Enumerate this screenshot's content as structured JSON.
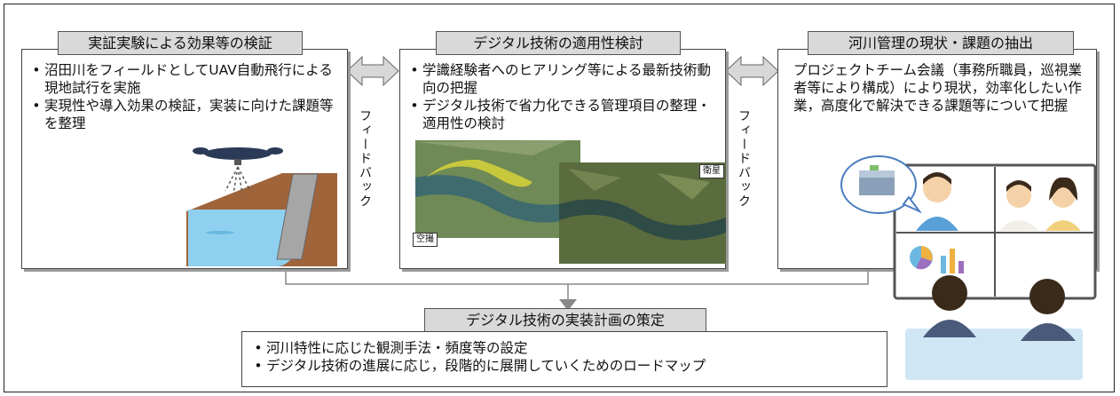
{
  "left_panel": {
    "header": "実証実験による効果等の検証",
    "bullets": [
      "沼田川をフィールドとしてUAV自動飛行による現地試行を実施",
      "実現性や導入効果の検証，実装に向けた課題等を整理"
    ]
  },
  "center_panel": {
    "header": "デジタル技術の適用性検討",
    "bullets": [
      "学識経験者へのヒアリング等による最新技術動向の把握",
      "デジタル技術で省力化できる管理項目の整理・適用性の検討"
    ],
    "photo_left_label": "空撮",
    "photo_right_label": "衛星"
  },
  "right_panel": {
    "header": "河川管理の現状・課題の抽出",
    "text": "プロジェクトチーム会議（事務所職員，巡視業者等により構成）により現状，効率化したい作業，高度化で解決できる課題等について把握"
  },
  "feedback_label_left": "フィードバック",
  "feedback_label_right": "フィードバック",
  "bottom_panel": {
    "header": "デジタル技術の実装計画の策定",
    "bullets": [
      "河川特性に応じた観測手法・頻度等の設定",
      "デジタル技術の進展に応じ，段階的に展開していくためのロードマップ"
    ]
  },
  "colors": {
    "header_bg": "#d9d9d9",
    "arrow_fill": "#d8d8d8",
    "water": "#8fd0f0"
  }
}
